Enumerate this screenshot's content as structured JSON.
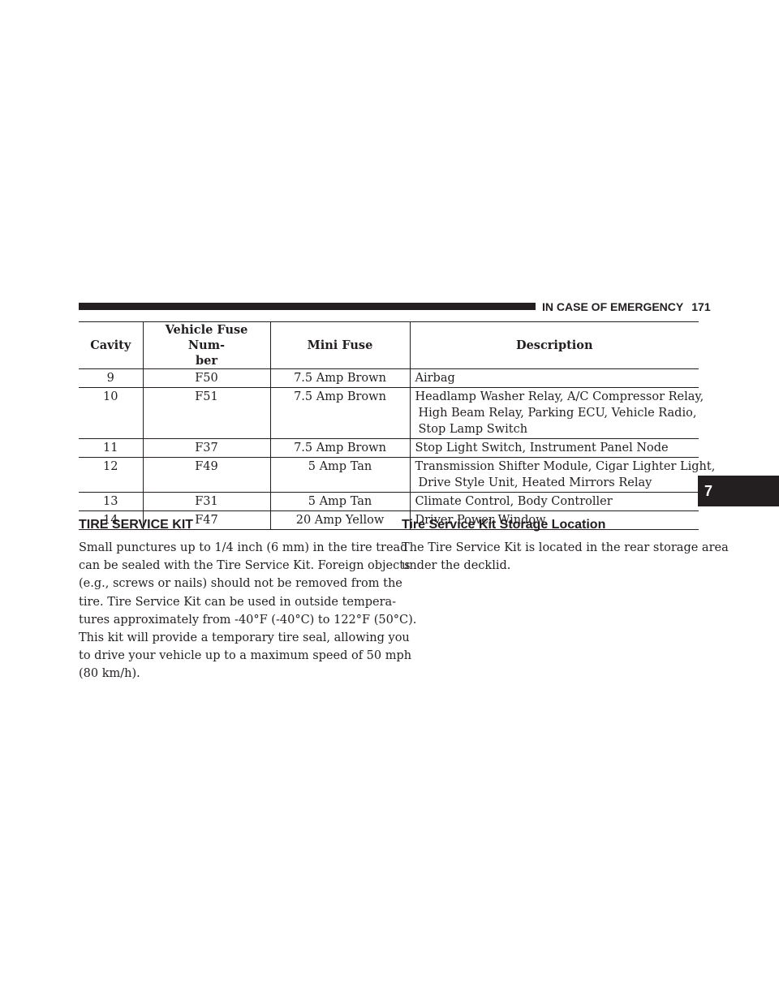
{
  "header": {
    "section": "IN CASE OF EMERGENCY",
    "page_number": "171"
  },
  "chapter_tab": "7",
  "fuse_table": {
    "columns": [
      "Cavity",
      "Vehicle Fuse Num-\nber",
      "Mini Fuse",
      "Description"
    ],
    "rows": [
      {
        "cavity": "9",
        "fuse": "F50",
        "mini": "7.5 Amp Brown",
        "desc": [
          "Airbag"
        ]
      },
      {
        "cavity": "10",
        "fuse": "F51",
        "mini": "7.5 Amp Brown",
        "desc": [
          "Headlamp Washer Relay, A/C Compressor Relay,",
          "High Beam Relay, Parking ECU, Vehicle Radio,",
          "Stop Lamp Switch"
        ]
      },
      {
        "cavity": "11",
        "fuse": "F37",
        "mini": "7.5 Amp Brown",
        "desc": [
          "Stop Light Switch, Instrument Panel Node"
        ]
      },
      {
        "cavity": "12",
        "fuse": "F49",
        "mini": "5 Amp Tan",
        "desc": [
          "Transmission Shifter Module, Cigar Lighter Light,",
          "Drive Style Unit, Heated Mirrors Relay"
        ]
      },
      {
        "cavity": "13",
        "fuse": "F31",
        "mini": "5 Amp Tan",
        "desc": [
          "Climate Control, Body Controller"
        ]
      },
      {
        "cavity": "14",
        "fuse": "F47",
        "mini": "20 Amp Yellow",
        "desc": [
          "Driver Power Window"
        ]
      }
    ]
  },
  "tire_service_kit": {
    "title": "TIRE SERVICE KIT",
    "lines": [
      "Small punctures up to 1/4 inch (6 mm) in the tire tread",
      "can be sealed with the Tire Service Kit. Foreign objects",
      "(e.g., screws or nails) should not be removed from the",
      "tire. Tire Service Kit can be used in outside tempera-",
      "tures approximately from -40°F (-40°C) to 122°F (50°C).",
      "This kit will provide a temporary tire seal, allowing you",
      "to drive your vehicle up to a maximum speed of 50 mph",
      "(80 km/h)."
    ]
  },
  "storage_location": {
    "title": "Tire Service Kit Storage Location",
    "lines": [
      "The Tire Service Kit is located in the rear storage area",
      "under the decklid."
    ]
  }
}
